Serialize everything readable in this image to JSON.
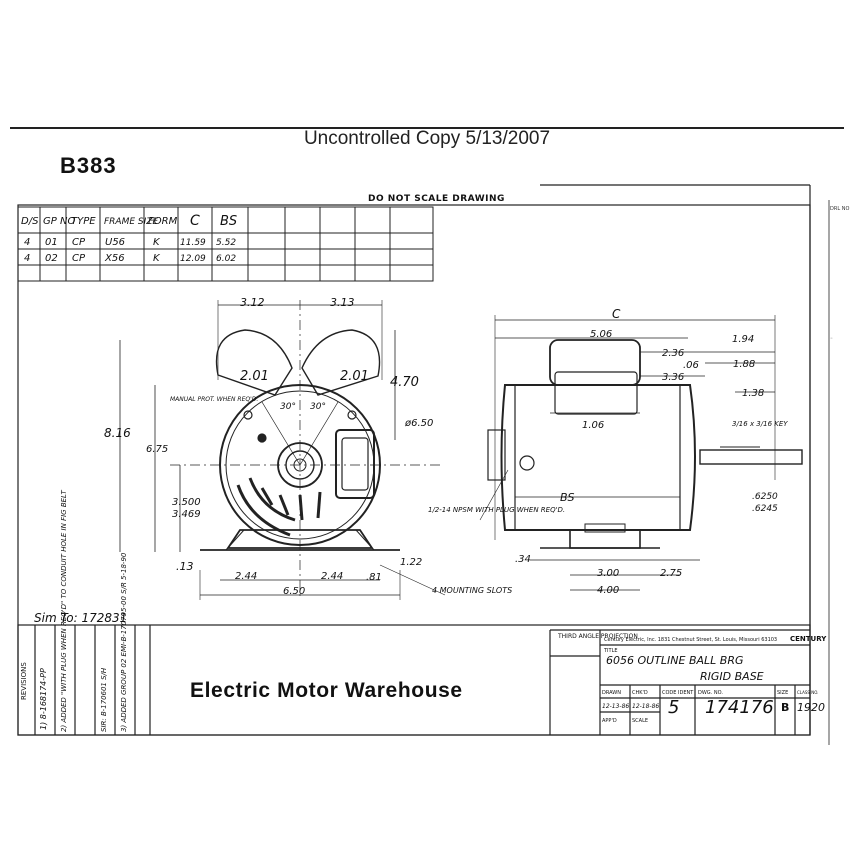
{
  "header": {
    "uncontrolled": "Uncontrolled Copy 5/13/2007",
    "doc_id": "B383",
    "do_not_scale": "DO NOT SCALE DRAWING"
  },
  "spec_table": {
    "headers": [
      "D/S",
      "GP NO",
      "TYPE",
      "FRAME SIZE",
      "FORM",
      "C",
      "BS"
    ],
    "rows": [
      [
        "4",
        "01",
        "CP",
        "U56",
        "K",
        "11.59",
        "5.52"
      ],
      [
        "4",
        "02",
        "CP",
        "X56",
        "K",
        "12.09",
        "6.02"
      ]
    ]
  },
  "front_view": {
    "dims": {
      "left_width": "3.12",
      "right_width": "3.13",
      "cap_left": "2.01",
      "cap_right": "2.01",
      "cap_height": "4.70",
      "angle_left": "30°",
      "angle_right": "30°",
      "overall_height": "8.16",
      "height_675": "6.75",
      "shaft_center_a": "3.500",
      "shaft_center_b": "3.469",
      "diameter": "ø6.50",
      "base_13": ".13",
      "half_span_left": "2.44",
      "half_span_right": "2.44",
      "slot_81": ".81",
      "total_width": "6.50",
      "slot_122": "1.22"
    },
    "notes": {
      "manual_prot": "MANUAL PROT. WHEN REQ'D.",
      "mounting_slots": "4 MOUNTING SLOTS"
    }
  },
  "side_view": {
    "dims": {
      "c": "C",
      "d_506": "5.06",
      "d_194": "1.94",
      "d_236": "2.36",
      "d_06": ".06",
      "d_188": "1.88",
      "d_336": "3.36",
      "d_138": "1.38",
      "d_106": "1.06",
      "key": "3/16 x 3/16 KEY",
      "bs": "BS",
      "shaft_a": ".6250",
      "shaft_b": ".6245",
      "d_34": ".34",
      "d_300": "3.00",
      "d_275": "2.75",
      "d_400": "4.00"
    },
    "notes": {
      "npsm": "1/2-14 NPSM WITH PLUG WHEN REQ'D."
    }
  },
  "title_block": {
    "sim_to": "Sim To: 172831",
    "revisions_label": "REVISIONS",
    "revisions": [
      "1) 8-168174-PP",
      "2) ADDED \"WITH PLUG WHEN REQ'D\" TO CONDUIT HOLE IN FIG BELT",
      "SIR: B-170601 S/H",
      "3) ADDED GROUP 02 EMI-B-170795-00 S/R 5-18-90"
    ],
    "company_line": "Century Electric, Inc. 1831 Chestnut Street, St. Louis, Missouri 63103",
    "brand": "CENTURY",
    "third_angle": "THIRD ANGLE PROJECTION",
    "title_label": "TITLE",
    "title_line1": "6056 OUTLINE BALL BRG",
    "title_line2": "RIGID BASE",
    "warehouse": "Electric Motor Warehouse",
    "scale_label": "SCALE",
    "scale_value": "5",
    "dwg_no_label": "DWG. NO.",
    "dwg_no": "174176",
    "size_label": "SIZE",
    "size_value": "B",
    "class_no_label": "CLASS NO.",
    "class_no": "1920",
    "drawn_label": "DRAWN",
    "checked_label": "CHK'D",
    "appd_label": "APP'D",
    "code_label": "CODE IDENT",
    "drawn_date": "12-13-86",
    "chk_date": "12-18-86"
  }
}
